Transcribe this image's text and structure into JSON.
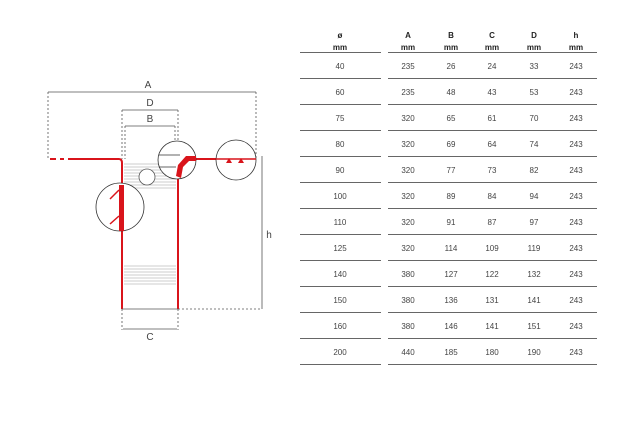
{
  "diagram": {
    "labels": {
      "A": "A",
      "B": "B",
      "C": "C",
      "D": "D",
      "h": "h"
    },
    "accent_color": "#d9141b"
  },
  "table": {
    "headers": [
      {
        "name": "ø",
        "unit": "mm"
      },
      {
        "name": "A",
        "unit": "mm"
      },
      {
        "name": "B",
        "unit": "mm"
      },
      {
        "name": "C",
        "unit": "mm"
      },
      {
        "name": "D",
        "unit": "mm"
      },
      {
        "name": "h",
        "unit": "mm"
      }
    ],
    "rows": [
      [
        "40",
        "235",
        "26",
        "24",
        "33",
        "243"
      ],
      [
        "60",
        "235",
        "48",
        "43",
        "53",
        "243"
      ],
      [
        "75",
        "320",
        "65",
        "61",
        "70",
        "243"
      ],
      [
        "80",
        "320",
        "69",
        "64",
        "74",
        "243"
      ],
      [
        "90",
        "320",
        "77",
        "73",
        "82",
        "243"
      ],
      [
        "100",
        "320",
        "89",
        "84",
        "94",
        "243"
      ],
      [
        "110",
        "320",
        "91",
        "87",
        "97",
        "243"
      ],
      [
        "125",
        "320",
        "114",
        "109",
        "119",
        "243"
      ],
      [
        "140",
        "380",
        "127",
        "122",
        "132",
        "243"
      ],
      [
        "150",
        "380",
        "136",
        "131",
        "141",
        "243"
      ],
      [
        "160",
        "380",
        "146",
        "141",
        "151",
        "243"
      ],
      [
        "200",
        "440",
        "185",
        "180",
        "190",
        "243"
      ]
    ]
  }
}
